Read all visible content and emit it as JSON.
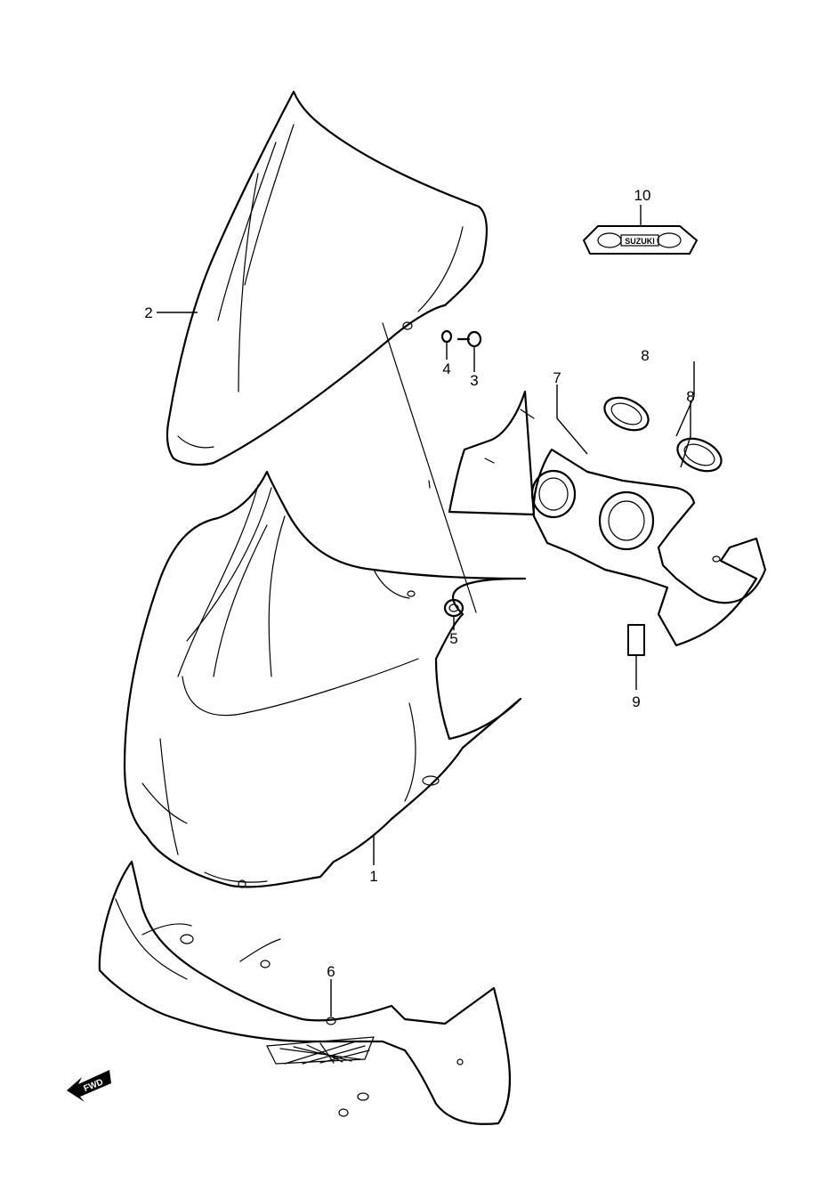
{
  "callouts": {
    "p1": "1",
    "p2": "2",
    "p3": "3",
    "p4": "4",
    "p5": "5",
    "p6": "6",
    "p7": "7",
    "p8a": "8",
    "p8b": "8",
    "p9": "9",
    "p10": "10"
  },
  "emblem_text": "SUZUKI",
  "fwd_arrow_text": "FWD",
  "colors": {
    "line": "#000000",
    "background": "#ffffff"
  }
}
